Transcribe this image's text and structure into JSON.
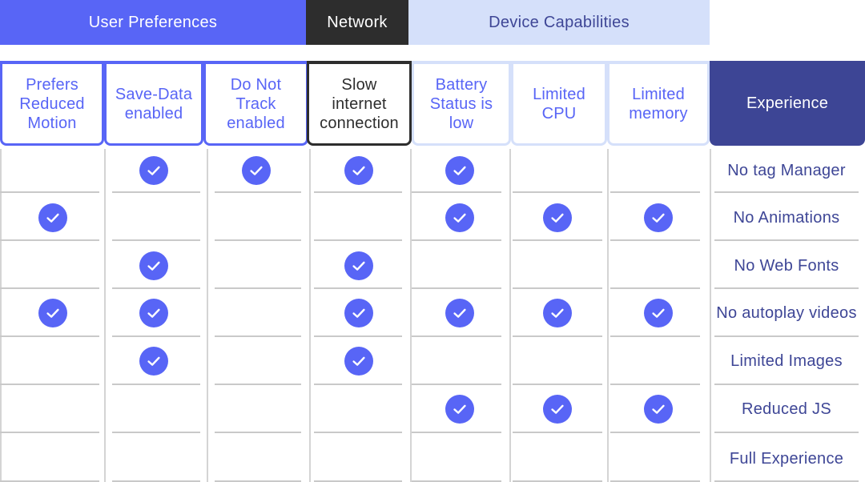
{
  "groups": {
    "user_preferences": "User Preferences",
    "network": "Network",
    "device_capabilities": "Device Capabilities"
  },
  "columns": [
    {
      "key": "prefers-reduced-motion",
      "label": "Prefers Reduced Motion",
      "group": "user"
    },
    {
      "key": "save-data",
      "label": "Save-Data enabled",
      "group": "user"
    },
    {
      "key": "do-not-track",
      "label": "Do Not Track enabled",
      "group": "user"
    },
    {
      "key": "slow-connection",
      "label": "Slow internet connection",
      "group": "network"
    },
    {
      "key": "battery-low",
      "label": "Battery Status is low",
      "group": "device"
    },
    {
      "key": "limited-cpu",
      "label": "Limited CPU",
      "group": "device"
    },
    {
      "key": "limited-memory",
      "label": "Limited memory",
      "group": "device"
    }
  ],
  "experience_header": "Experience",
  "rows": [
    {
      "experience": "No tag Manager",
      "checks": [
        false,
        true,
        true,
        true,
        true,
        false,
        false
      ]
    },
    {
      "experience": "No Animations",
      "checks": [
        true,
        false,
        false,
        false,
        true,
        true,
        true
      ]
    },
    {
      "experience": "No Web Fonts",
      "checks": [
        false,
        true,
        false,
        true,
        false,
        false,
        false
      ]
    },
    {
      "experience": "No autoplay videos",
      "checks": [
        true,
        true,
        false,
        true,
        true,
        true,
        true
      ]
    },
    {
      "experience": "Limited Images",
      "checks": [
        false,
        true,
        false,
        true,
        false,
        false,
        false
      ]
    },
    {
      "experience": "Reduced JS",
      "checks": [
        false,
        false,
        false,
        false,
        true,
        true,
        true
      ]
    },
    {
      "experience": "Full Experience",
      "checks": [
        false,
        false,
        false,
        false,
        false,
        false,
        false
      ]
    }
  ],
  "icons": {
    "check": "check-circle-icon"
  },
  "colors": {
    "user": "#5865f6",
    "network": "#2d2d2d",
    "device": "#d5e0fa",
    "experience": "#3d4595"
  }
}
